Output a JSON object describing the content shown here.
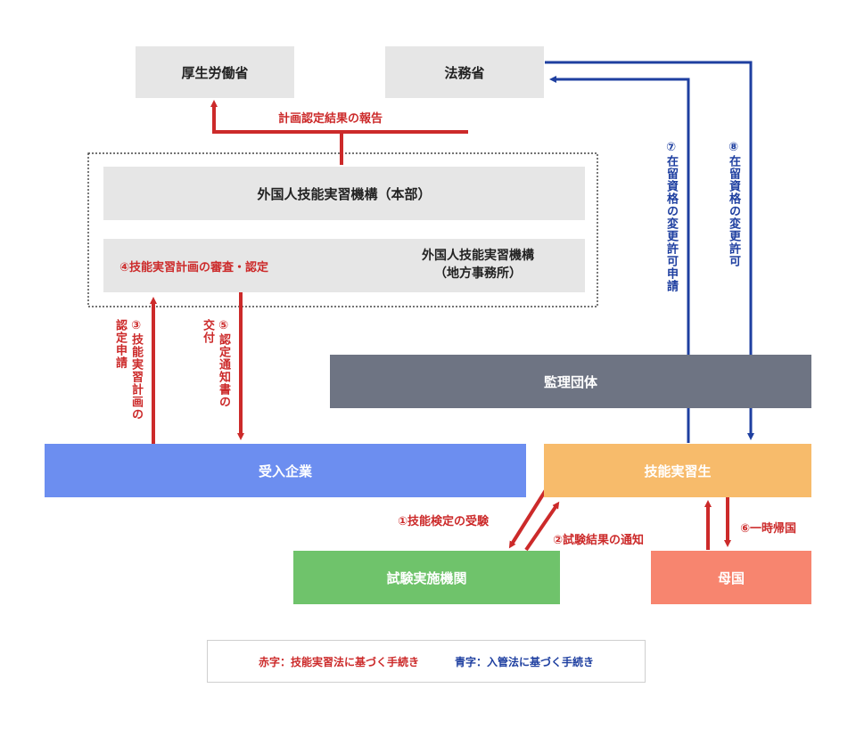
{
  "nodes": {
    "mhlw": "厚生労働省",
    "moj": "法務省",
    "otit_hq": "外国人技能実習機構（本部）",
    "otit_local_line1": "外国人技能実習機構",
    "otit_local_line2": "（地方事務所）",
    "supervising_org": "監理団体",
    "company": "受入企業",
    "trainee": "技能実習生",
    "test_org": "試験実施機関",
    "home_country": "母国"
  },
  "labels": {
    "report": "計画認定結果の報告",
    "step4": "④技能実習計画の審査・認定",
    "step3_a": "③技能実習計画の",
    "step3_b": "認定申請",
    "step5_a": "⑤認定通知書の",
    "step5_b": "交付",
    "step7": "⑦在留資格の変更許可申請",
    "step8": "⑧在留資格の変更許可",
    "step1": "①技能検定の受験",
    "step2": "②試験結果の通知",
    "step6": "⑥一時帰国"
  },
  "legend": {
    "red_text": "赤字：技能実習法に基づく手続き",
    "blue_text": "青字：入管法に基づく手続き"
  },
  "colors": {
    "red": "#cc2a2a",
    "blue": "#1e3fa0",
    "box_gray": "#e6e6e6",
    "supervising": "#6e7483",
    "company": "#6c8ef0",
    "trainee": "#f7bb6b",
    "test_org": "#6fc36b",
    "home_country": "#f7856f"
  }
}
